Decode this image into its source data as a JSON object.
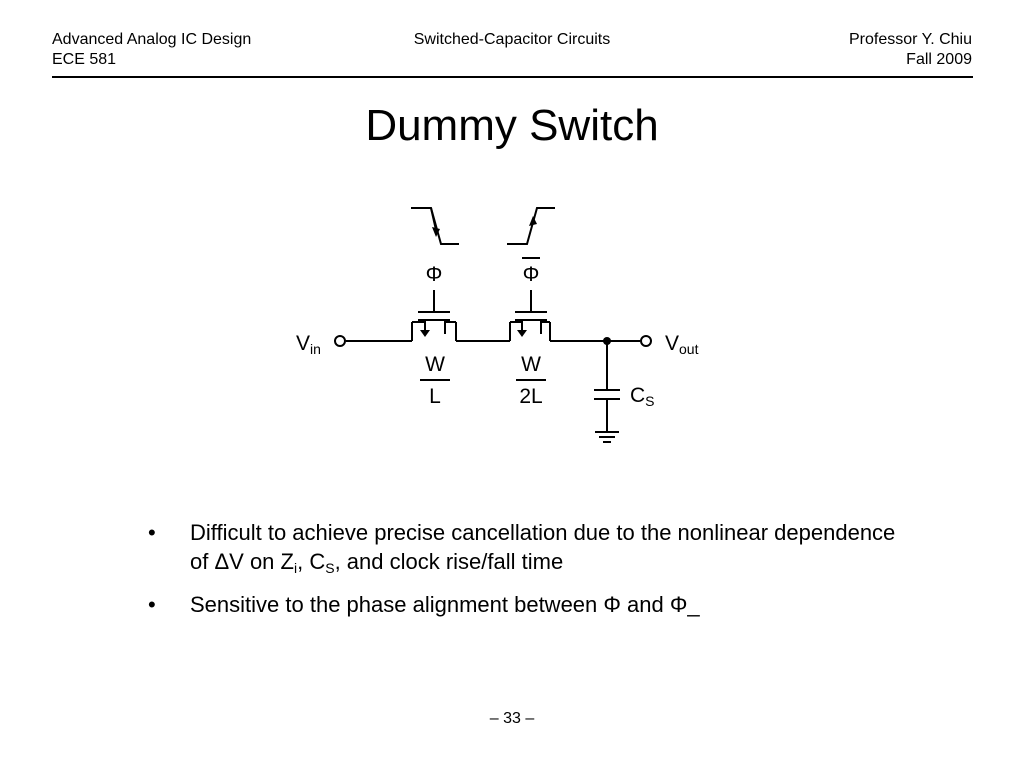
{
  "header": {
    "course_title": "Advanced Analog IC Design",
    "course_number": "ECE 581",
    "topic": "Switched-Capacitor Circuits",
    "professor": "Professor Y. Chiu",
    "term": "Fall 2009"
  },
  "slide": {
    "title": "Dummy Switch"
  },
  "schematic": {
    "phi": "Φ",
    "phi_bar": "Φ",
    "v_main": "V",
    "v_in_sub": "in",
    "v_out_sub": "out",
    "main_switch_w": "W",
    "main_switch_l": "L",
    "dummy_switch_w": "W",
    "dummy_switch_l": "2L",
    "cap_main": "C",
    "cap_sub": "S"
  },
  "bullets": [
    {
      "marker": "•",
      "parts": [
        {
          "t": "Difficult to achieve precise cancellation due to the nonlinear dependence of ΔV on Z"
        },
        {
          "t": "i",
          "sub": true
        },
        {
          "t": ", C"
        },
        {
          "t": "S",
          "sub": true
        },
        {
          "t": ", and clock rise/fall time"
        }
      ]
    },
    {
      "marker": "•",
      "parts": [
        {
          "t": "Sensitive to the phase alignment between Φ and Φ_"
        }
      ]
    }
  ],
  "footer": {
    "page": "– 33 –"
  }
}
